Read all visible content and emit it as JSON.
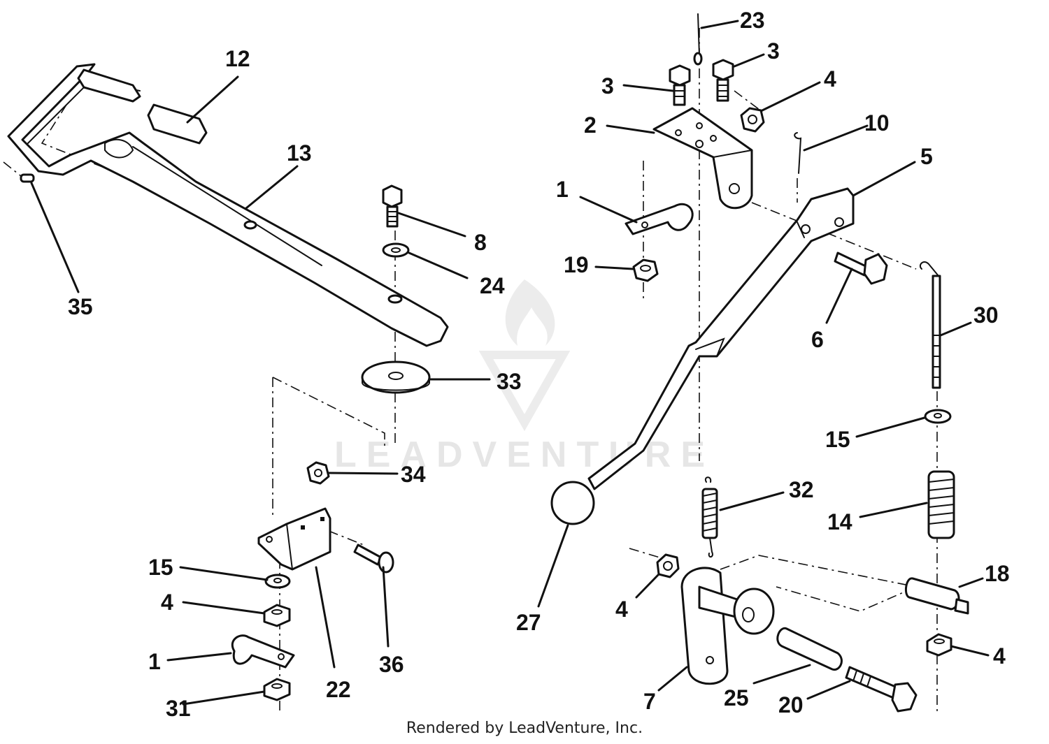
{
  "diagram": {
    "callouts": {
      "c1a": "1",
      "c1b": "1",
      "c2": "2",
      "c3a": "3",
      "c3b": "3",
      "c4a": "4",
      "c4b": "4",
      "c4c": "4",
      "c4d": "4",
      "c5": "5",
      "c6": "6",
      "c7": "7",
      "c8": "8",
      "c10": "10",
      "c12": "12",
      "c13": "13",
      "c14": "14",
      "c15a": "15",
      "c15b": "15",
      "c18": "18",
      "c19": "19",
      "c20": "20",
      "c22": "22",
      "c23": "23",
      "c24": "24",
      "c25": "25",
      "c27": "27",
      "c30": "30",
      "c31": "31",
      "c32": "32",
      "c33": "33",
      "c34": "34",
      "c35": "35",
      "c36": "36"
    }
  },
  "watermark": {
    "brand": "LEADVENTURE"
  },
  "footer": {
    "text": "Rendered by LeadVenture, Inc."
  }
}
